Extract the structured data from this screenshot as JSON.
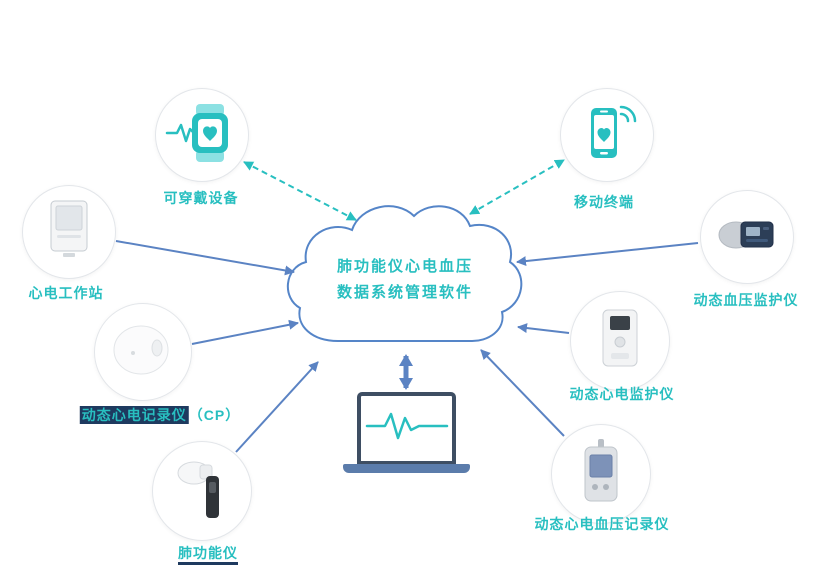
{
  "cloud": {
    "line1": "肺功能仪心电血压",
    "line2": "数据系统管理软件"
  },
  "nodes": {
    "wearable": {
      "label": "可穿戴设备",
      "icon": "smartwatch-icon"
    },
    "mobile": {
      "label": "移动终端",
      "icon": "smartphone-icon"
    },
    "ecg_workstation": {
      "label": "心电工作站",
      "icon": "ecg-workstation-image"
    },
    "holter_recorder_cp": {
      "label_main": "动态心电记录仪",
      "label_suffix": "（CP）",
      "icon": "holter-recorder-image"
    },
    "spirometer": {
      "label": "肺功能仪",
      "icon": "spirometer-image"
    },
    "abp_monitor": {
      "label": "动态血压监护仪",
      "icon": "abp-monitor-image"
    },
    "holter_monitor": {
      "label": "动态心电监护仪",
      "icon": "holter-monitor-image"
    },
    "ecg_bp_recorder": {
      "label": "动态心电血压记录仪",
      "icon": "ecg-bp-recorder-image"
    }
  },
  "laptop": {
    "icon": "laptop-ecg-icon"
  },
  "colors": {
    "teal": "#28bfc0",
    "blue": "#5b83c3",
    "highlight_bg": "#1e3a5f",
    "cloud_stroke": "#5585c8",
    "laptop_bezel": "#3e4e63",
    "laptop_base": "#5b7cab"
  }
}
